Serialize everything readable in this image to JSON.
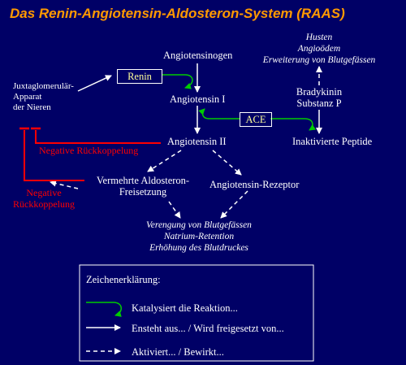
{
  "title": "Das Renin-Angiotensin-Aldosteron-System (RAAS)",
  "nodes": {
    "angiotensinogen": "Angiotensinogen",
    "angiotensin1": "Angiotensin I",
    "angiotensin2": "Angiotensin II",
    "renin": "Renin",
    "ace": "ACE",
    "juxta_line1": "Juxtaglomerulär-",
    "juxta_line2": "Apparat",
    "juxta_line3": "der Nieren",
    "bradykinin_line1": "Bradykinin",
    "bradykinin_line2": "Substanz P",
    "inactive_peptides": "Inaktivierte Peptide",
    "effects_line1": "Husten",
    "effects_line2": "Angioödem",
    "effects_line3": "Erweiterung von Blutgefässen",
    "aldosterone_line1": "Vermehrte Aldosteron-",
    "aldosterone_line2": "Freisetzung",
    "receptor": "Angiotensin-Rezeptor",
    "outcome_line1": "Verengung von Blutgefässen",
    "outcome_line2": "Natrium-Retention",
    "outcome_line3": "Erhöhung des Blutdruckes"
  },
  "feedback": {
    "inner": "Negative Rückkoppelung",
    "outer_line1": "Negative",
    "outer_line2": "Rückkoppelung"
  },
  "legend": {
    "heading": "Zeichenerklärung:",
    "catalyzes": "Katalysiert die Reaktion...",
    "produces": "Ensteht aus... / Wird freigesetzt von...",
    "activates": "Aktiviert... / Bewirkt..."
  },
  "colors": {
    "background": "#000066",
    "title": "#ff9900",
    "box_text": "#ffff99",
    "catalysis_arrow": "#00cc00",
    "feedback": "#ff0000",
    "text": "#ffffff"
  }
}
